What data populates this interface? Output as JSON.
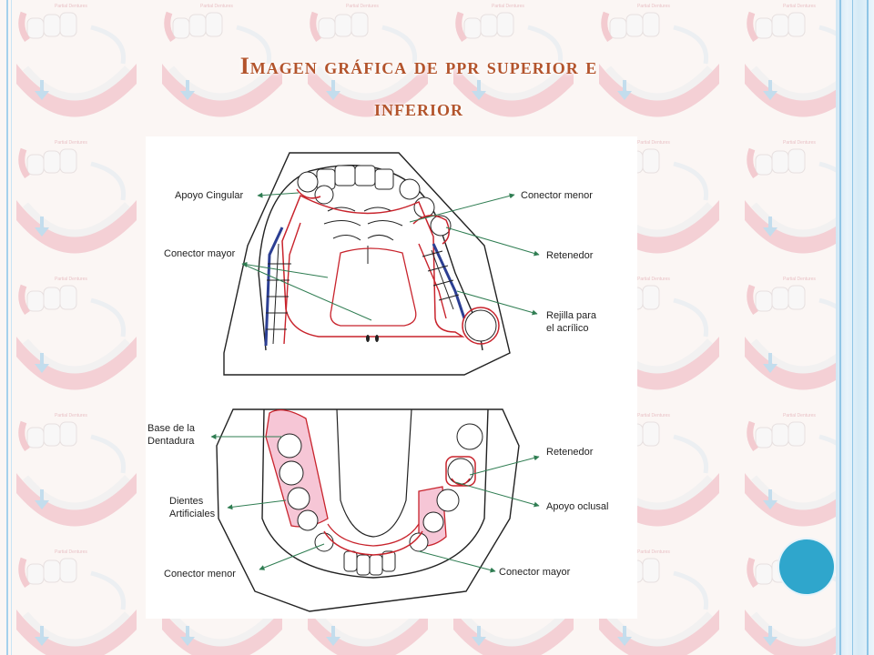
{
  "slide": {
    "title_line1": "Imagen gráfica de ppr superior e",
    "title_line2": "inferior",
    "watermark": "Partial Dentures"
  },
  "figure": {
    "upper": {
      "apoyo_cingular": "Apoyo Cingular",
      "conector_menor": "Conector menor",
      "conector_mayor": "Conector mayor",
      "retenedor": "Retenedor",
      "rejilla_line1": "Rejilla para",
      "rejilla_line2": "el acrílico"
    },
    "lower": {
      "base_line1": "Base de la",
      "base_line2": "Dentadura",
      "retenedor": "Retenedor",
      "dientes_line1": "Dientes",
      "dientes_line2": "Artificiales",
      "apoyo_oclusal": "Apoyo oclusal",
      "conector_menor": "Conector menor",
      "conector_mayor": "Conector mayor"
    }
  },
  "colors": {
    "title": "#b3542c",
    "framework_red": "#c8232c",
    "framework_blue": "#2c3f93",
    "base_pink": "#f6c6d6",
    "arrow_green": "#2f7d52",
    "accent_blue": "#2fa6cc"
  }
}
